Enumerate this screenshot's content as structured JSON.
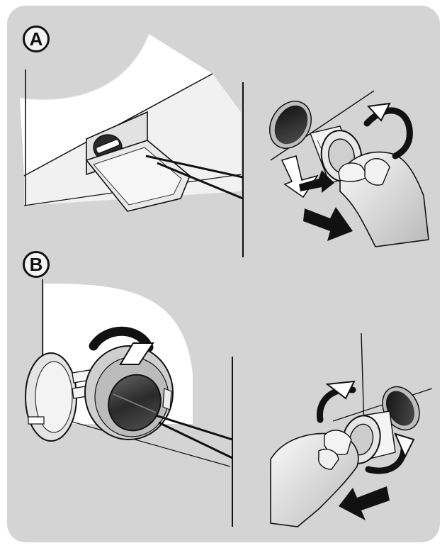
{
  "colors": {
    "panel_background": "#d4d4d4",
    "line_art": "#111111",
    "light_fill": "#f2f2f2",
    "white": "#ffffff",
    "dark_fill": "#1c1c1c"
  },
  "steps": [
    {
      "label": "A",
      "illustrations": [
        "flap-opened-with-tool",
        "filter-unscrewed-by-hand"
      ]
    },
    {
      "label": "B",
      "illustrations": [
        "door-hatch-swung-open",
        "filter-screwed-back-by-hand"
      ]
    }
  ]
}
